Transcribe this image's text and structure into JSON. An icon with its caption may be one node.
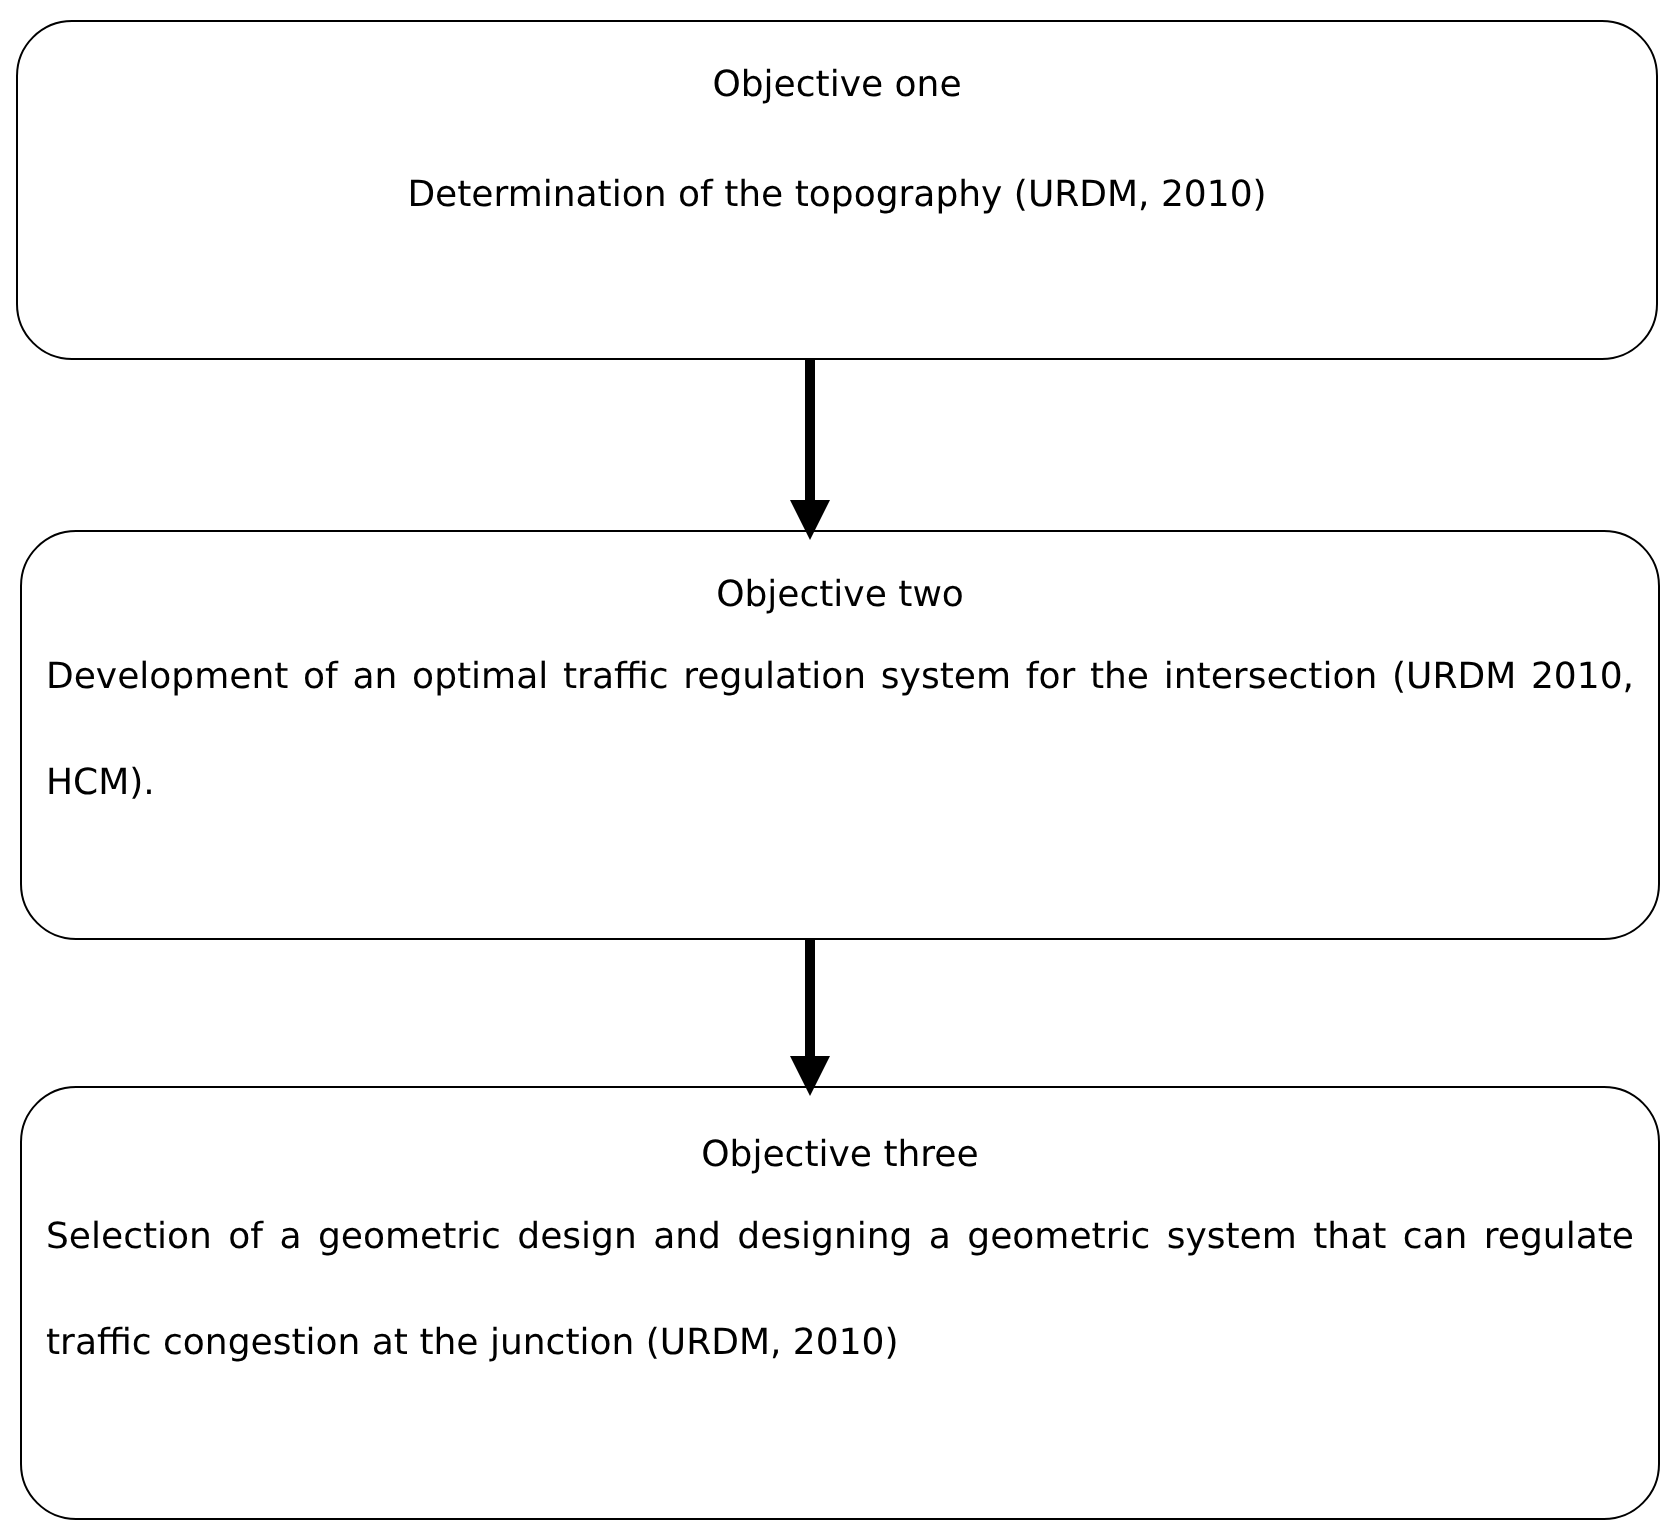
{
  "diagram": {
    "nodes": [
      {
        "text": [
          "Objective one",
          "Determination of the topography (URDM, 2010)"
        ]
      },
      {
        "text": [
          "Objective two",
          "Development of an optimal traffic regulation system for the intersection (URDM 2010, HCM)."
        ]
      },
      {
        "text": [
          "Objective three",
          "Selection of a geometric design and designing a geometric system that can regulate traffic congestion at the junction (URDM, 2010)"
        ]
      }
    ],
    "edges": [
      {
        "from": 0,
        "to": 1,
        "arrow": "to"
      },
      {
        "from": 1,
        "to": 2,
        "arrow": "to"
      }
    ]
  }
}
